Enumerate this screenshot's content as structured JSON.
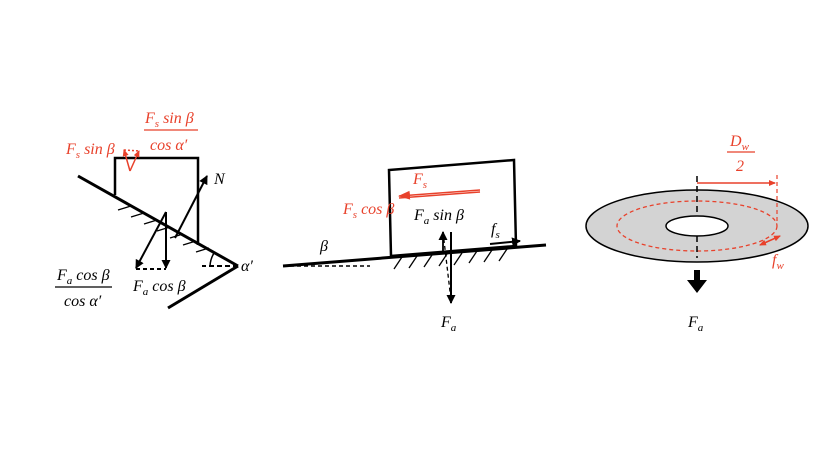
{
  "colors": {
    "ink": "#000000",
    "red": "#e8412b",
    "disk_fill": "#d3d3d3"
  },
  "panel1": {
    "fs_sin_beta": {
      "F": "F",
      "sub": "s",
      "rest": " sin β"
    },
    "fs_sin_beta_over_cos": {
      "num_F": "F",
      "num_sub": "s",
      "num_rest": " sin β",
      "den": "cos α′"
    },
    "normal": "N",
    "angle": "α′",
    "fa_cos_beta_over_cos": {
      "num_F": "F",
      "num_sub": "a",
      "num_rest": " cos β",
      "den": "cos α′"
    },
    "fa_cos_beta": {
      "F": "F",
      "sub": "a",
      "rest": " cos β"
    }
  },
  "panel2": {
    "fs": {
      "F": "F",
      "sub": "s"
    },
    "fs_cos_beta": {
      "F": "F",
      "sub": "s",
      "rest": " cos β"
    },
    "fa_sin_beta": {
      "F": "F",
      "sub": "a",
      "rest": " sin β"
    },
    "friction": {
      "f": "f",
      "sub": "s"
    },
    "angle": "β",
    "fa": {
      "F": "F",
      "sub": "a"
    }
  },
  "panel3": {
    "dw_over_2": {
      "num_D": "D",
      "num_sub": "w",
      "den": "2"
    },
    "fw": {
      "f": "f",
      "sub": "w"
    },
    "fa": {
      "F": "F",
      "sub": "a"
    }
  }
}
